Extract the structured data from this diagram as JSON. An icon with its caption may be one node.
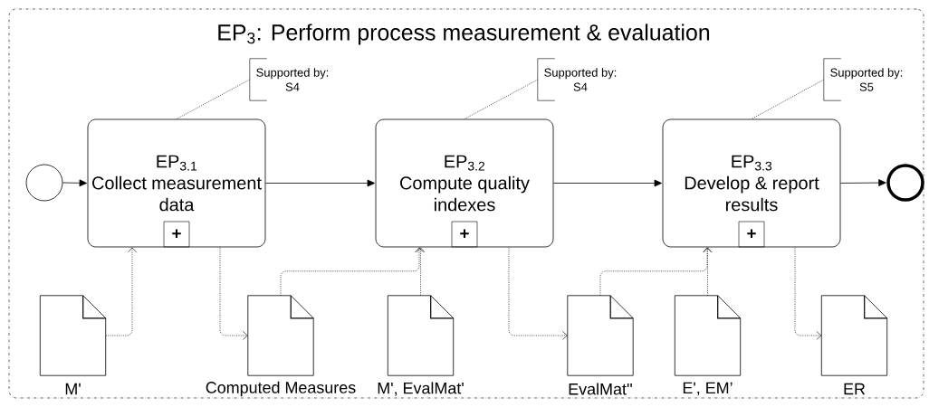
{
  "diagram": {
    "nodes": [
      {
        "text": [
          "EP$_{3}$: Perform process measurement & evaluation"
        ]
      },
      {
        "text": [],
        "shape": "circle",
        "in": 0
      },
      {
        "text": [
          "EP$_{3.1}$",
          "Collect measurement data"
        ],
        "in": 0
      },
      {
        "text": [
          "Supported by: S4"
        ],
        "in": 0
      },
      {
        "text": [
          "EP$_{3.2}$",
          "Compute quality indexes"
        ],
        "in": 0
      },
      {
        "text": [
          "Supported by: S4"
        ],
        "in": 0
      },
      {
        "text": [
          "EP$_{3.3}$",
          "Develop & report results"
        ],
        "in": 0
      },
      {
        "text": [
          "Supported by: S5"
        ],
        "in": 0
      },
      {
        "text": [],
        "shape": "circle",
        "in": 0
      },
      {
        "text": [
          "M'"
        ],
        "in": 0
      },
      {
        "text": [
          "Computed Measures"
        ],
        "in": 0
      },
      {
        "text": [
          "M', EvalMat'"
        ],
        "in": 0
      },
      {
        "text": [
          "EvalMat''"
        ],
        "in": 0
      },
      {
        "text": [
          "E', EM’"
        ],
        "in": 0
      },
      {
        "text": [
          "ER"
        ],
        "in": 0
      }
    ],
    "edges": [
      {
        "from": 1,
        "to": 2,
        "arrow": "to"
      },
      {
        "from": 2,
        "to": 4,
        "arrow": "to"
      },
      {
        "from": 4,
        "to": 6,
        "arrow": "to"
      },
      {
        "from": 6,
        "to": 8,
        "arrow": "to"
      },
      {
        "from": 3,
        "to": 2,
        "arrow": "none",
        "style": "dashed"
      },
      {
        "from": 5,
        "to": 4,
        "arrow": "none",
        "style": "dashed"
      },
      {
        "from": 7,
        "to": 6,
        "arrow": "none",
        "style": "dashed"
      },
      {
        "from": 9,
        "to": 2,
        "arrow": "to",
        "style": "dashed"
      },
      {
        "from": 2,
        "to": 10,
        "arrow": "to",
        "style": "dashed"
      },
      {
        "from": 10,
        "to": 4,
        "arrow": "to",
        "style": "dashed"
      },
      {
        "from": 11,
        "to": 4,
        "arrow": "to",
        "style": "dashed"
      },
      {
        "from": 4,
        "to": 12,
        "arrow": "to",
        "style": "dashed"
      },
      {
        "from": 12,
        "to": 6,
        "arrow": "to",
        "style": "dashed"
      },
      {
        "from": 13,
        "to": 6,
        "arrow": "to",
        "style": "dashed"
      },
      {
        "from": 6,
        "to": 14,
        "arrow": "to",
        "style": "dashed"
      }
    ],
    "labels": [
      "+",
      "+",
      "+"
    ]
  }
}
